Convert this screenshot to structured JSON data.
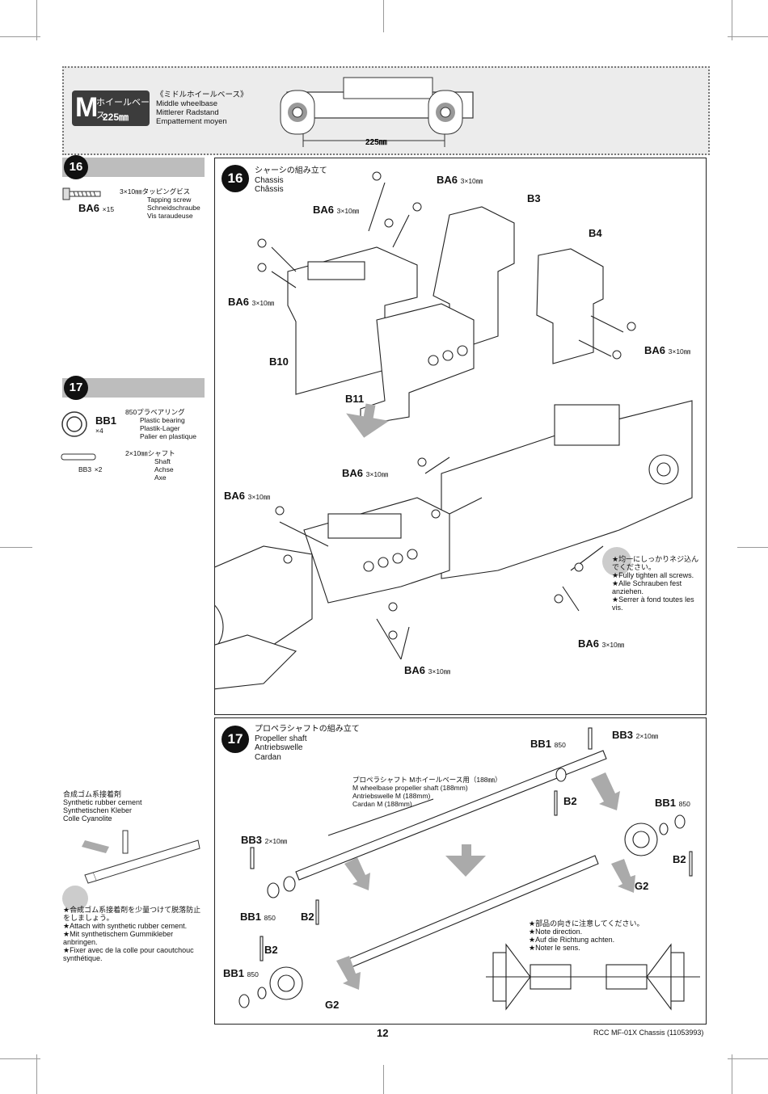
{
  "header": {
    "badge_letter": "M",
    "badge_jp": "ホイールベース",
    "badge_mm": "225㎜",
    "title_jp": "《ミドルホイールベース》",
    "title_en": "Middle wheelbase",
    "title_de": "Mittlerer Radstand",
    "title_fr": "Empattement moyen",
    "dimension": "225㎜"
  },
  "step16": {
    "number": "16",
    "part_code": "BA6",
    "part_qty": "×15",
    "part_jp": "3×10㎜タッピングビス",
    "part_en": "Tapping screw",
    "part_de": "Schneidschraube",
    "part_fr": "Vis taraudeuse",
    "title_jp": "シャーシの組み立て",
    "title_en": "Chassis",
    "title_fr": "Châssis",
    "screw_label": "BA6",
    "screw_size": "3×10㎜",
    "parts": [
      "B3",
      "B4",
      "B10",
      "B11"
    ],
    "note_jp": "★均一にしっかりネジ込んでください。",
    "note_en": "★Fully tighten all screws.",
    "note_de": "★Alle Schrauben fest anziehen.",
    "note_fr": "★Serrer à fond toutes les vis."
  },
  "step17": {
    "number": "17",
    "bb1_code": "BB1",
    "bb1_qty": "×4",
    "bb1_jp": "850プラベアリング",
    "bb1_en": "Plastic bearing",
    "bb1_de": "Plastik-Lager",
    "bb1_fr": "Palier en plastique",
    "bb3_code": "BB3",
    "bb3_qty": "×2",
    "bb3_jp": "2×10㎜シャフト",
    "bb3_en": "Shaft",
    "bb3_de": "Achse",
    "bb3_fr": "Axe",
    "title_jp": "プロペラシャフトの組み立て",
    "title_en": "Propeller shaft",
    "title_de": "Antriebswelle",
    "title_fr": "Cardan",
    "shaft_jp": "プロペラシャフト Mホイールベース用（188㎜）",
    "shaft_en": "M wheelbase propeller shaft (188mm)",
    "shaft_de": "Antriebswelle M (188mm)",
    "shaft_fr": "Cardan M (188mm)",
    "bb1": "BB1",
    "bb1_size": "850",
    "bb3": "BB3",
    "bb3_size": "2×10㎜",
    "b2": "B2",
    "g2": "G2",
    "glue_jp": "合成ゴム系接着剤",
    "glue_en": "Synthetic rubber cement",
    "glue_de": "Synthetischen Kleber",
    "glue_fr": "Colle Cyanolite",
    "glue_note_jp": "★合成ゴム系接着剤を少量つけて脱落防止をしましょう。",
    "glue_note_en": "★Attach with synthetic rubber cement.",
    "glue_note_de": "★Mit synthetischem Gummikleber anbringen.",
    "glue_note_fr": "★Fixer avec de la colle pour caoutchouc synthétique.",
    "dir_note_jp": "★部品の向きに注意してください。",
    "dir_note_en": "★Note direction.",
    "dir_note_de": "★Auf die Richtung achten.",
    "dir_note_fr": "★Noter le sens."
  },
  "footer": {
    "page": "12",
    "doc": "RCC MF-01X Chassis (11053993)"
  }
}
